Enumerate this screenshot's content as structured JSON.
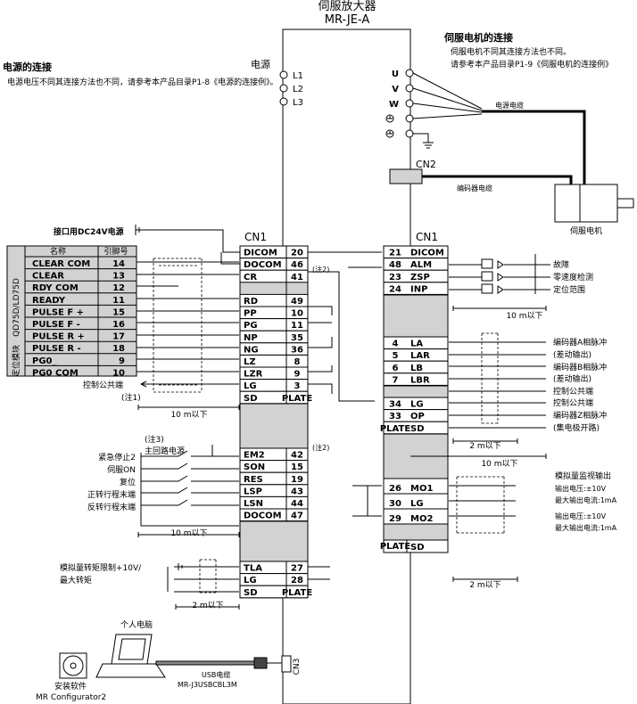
{
  "amp": {
    "title": "伺服放大器",
    "model": "MR-JE-A"
  },
  "power": {
    "label": "电源",
    "terminals": [
      "L1",
      "L2",
      "L3"
    ],
    "heading": "电源的连接",
    "note": "电源电压不同其连接方法也不同，请参考本产品目录P1-8《电源的连接例》。"
  },
  "motor": {
    "heading": "伺服电机的连接",
    "note1": "伺服电机不同其连接方法也不同。",
    "note2": "请参考本产品目录P1-9《伺服电机的连接例》",
    "terminals": [
      "U",
      "V",
      "W"
    ],
    "power_cable": "电源电缆",
    "encoder_port": "CN2",
    "encoder_cable": "编码器电缆",
    "motor_label": "伺服电机"
  },
  "dc24v": "接口用DC24V电源",
  "positioner": {
    "vertical_label": "QD75D/LD75D",
    "vertical_label2": "定位模块",
    "col_name": "名称",
    "col_pin": "引脚号",
    "rows": [
      {
        "name": "CLEAR COM",
        "pin": "14"
      },
      {
        "name": "CLEAR",
        "pin": "13"
      },
      {
        "name": "RDY COM",
        "pin": "12"
      },
      {
        "name": "READY",
        "pin": "11"
      },
      {
        "name": "PULSE F +",
        "pin": "15"
      },
      {
        "name": "PULSE F -",
        "pin": "16"
      },
      {
        "name": "PULSE R +",
        "pin": "17"
      },
      {
        "name": "PULSE R -",
        "pin": "18"
      },
      {
        "name": "PG0_",
        "pin": "9"
      },
      {
        "name": "PG0 COM",
        "pin": "10"
      }
    ]
  },
  "cn1_left": {
    "title": "CN1",
    "rows": [
      {
        "sig": "DICOM",
        "pin": "20"
      },
      {
        "sig": "DOCOM",
        "pin": "46"
      },
      {
        "sig": "CR",
        "pin": "41"
      },
      {
        "sig": "",
        "pin": ""
      },
      {
        "sig": "RD",
        "pin": "49"
      },
      {
        "sig": "PP",
        "pin": "10"
      },
      {
        "sig": "PG",
        "pin": "11"
      },
      {
        "sig": "NP",
        "pin": "35"
      },
      {
        "sig": "NG",
        "pin": "36"
      },
      {
        "sig": "LZ",
        "pin": "8"
      },
      {
        "sig": "LZR",
        "pin": "9"
      },
      {
        "sig": "LG",
        "pin": "3"
      },
      {
        "sig": "SD",
        "pin": "PLATE"
      }
    ],
    "rows2": [
      {
        "sig": "EM2",
        "pin": "42"
      },
      {
        "sig": "SON",
        "pin": "15"
      },
      {
        "sig": "RES",
        "pin": "19"
      },
      {
        "sig": "LSP",
        "pin": "43"
      },
      {
        "sig": "LSN",
        "pin": "44"
      },
      {
        "sig": "DOCOM",
        "pin": "47"
      }
    ],
    "rows3": [
      {
        "sig": "TLA",
        "pin": "27"
      },
      {
        "sig": "LG",
        "pin": "28"
      },
      {
        "sig": "SD",
        "pin": "PLATE"
      }
    ]
  },
  "cn1_right": {
    "title": "CN1",
    "rows": [
      {
        "pin": "21",
        "sig": "DICOM"
      },
      {
        "pin": "48",
        "sig": "ALM"
      },
      {
        "pin": "23",
        "sig": "ZSP"
      },
      {
        "pin": "24",
        "sig": "INP"
      }
    ],
    "rows2": [
      {
        "pin": "4",
        "sig": "LA"
      },
      {
        "pin": "5",
        "sig": "LAR"
      },
      {
        "pin": "6",
        "sig": "LB"
      },
      {
        "pin": "7",
        "sig": "LBR"
      }
    ],
    "rows3": [
      {
        "pin": "34",
        "sig": "LG"
      },
      {
        "pin": "33",
        "sig": "OP"
      },
      {
        "pin": "PLATE",
        "sig": "SD"
      }
    ],
    "rows4": [
      {
        "pin": "26",
        "sig": "MO1"
      },
      {
        "pin": "30",
        "sig": "LG"
      },
      {
        "pin": "29",
        "sig": "MO2"
      }
    ],
    "plate_sd": {
      "pin": "PLATE",
      "sig": "SD"
    }
  },
  "labels": {
    "note2a": "(注2)",
    "note2b": "(注2)",
    "ctrl_common_left": "控制公共端",
    "note1": "(注1)",
    "len10m_a": "10 m以下",
    "len10m_b": "10 m以下",
    "len10m_c": "10 m以下",
    "len10m_d": "10 m以下",
    "len2m_a": "2 m以下",
    "len2m_b": "2 m以下",
    "len2m_c": "2 m以下",
    "note3": "(注3)",
    "main_circuit": "主回路电源",
    "estop": "紧急停止2",
    "servo_on": "伺服ON",
    "reset": "复位",
    "fwd_end": "正转行程末端",
    "rev_end": "反转行程末端",
    "alarm": "故障",
    "zero_speed": "零速度检测",
    "in_position": "定位范围",
    "enc_a": "编码器A相脉冲",
    "diff_a": "(差动输出)",
    "enc_b": "编码器B相脉冲",
    "diff_b": "(差动输出)",
    "ctrl_common_r1": "控制公共端",
    "ctrl_common_r2": "控制公共端",
    "enc_z": "编码器Z相脉冲",
    "open_collector": "(集电极开路)",
    "analog_monitor": "模拟量监视输出",
    "out_v1": "输出电压:±10V",
    "out_i1": "最大输出电流:1mA",
    "out_v2": "输出电压:±10V",
    "out_i2": "最大输出电流:1mA",
    "torque_limit_1": "模拟量转矩限制+10V/",
    "torque_limit_2": "最大转矩",
    "pc": "个人电脑",
    "usb_cable": "USB电缆",
    "usb_model": "MR-J3USBCBL3M",
    "software": "安装软件",
    "mr_config": "MR Configurator2",
    "cn3": "CN3"
  },
  "colors": {
    "shade": "#d2d2d2",
    "line": "#000000"
  }
}
